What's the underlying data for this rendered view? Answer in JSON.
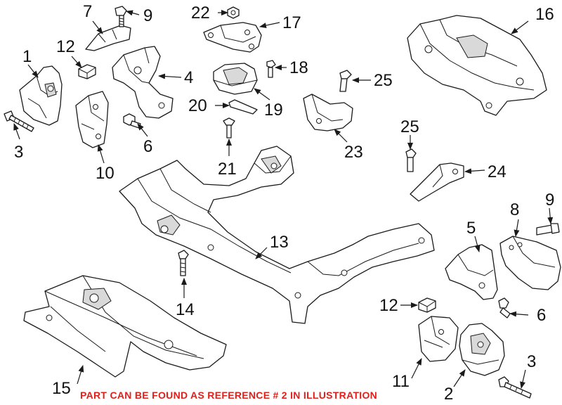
{
  "callouts": {
    "c1": "1",
    "c2": "2",
    "c3a": "3",
    "c3b": "3",
    "c4": "4",
    "c5": "5",
    "c6a": "6",
    "c6b": "6",
    "c7": "7",
    "c8": "8",
    "c9a": "9",
    "c9b": "9",
    "c10": "10",
    "c11": "11",
    "c12a": "12",
    "c12b": "12",
    "c13": "13",
    "c14": "14",
    "c15": "15",
    "c16": "16",
    "c17": "17",
    "c18": "18",
    "c19": "19",
    "c20": "20",
    "c21": "21",
    "c22": "22",
    "c23": "23",
    "c24": "24",
    "c25a": "25",
    "c25b": "25"
  },
  "note": "PART CAN BE FOUND AS REFERENCE # 2 IN ILLUSTRATION",
  "colors": {
    "note": "#e0201b",
    "line": "#1a1a1a"
  }
}
